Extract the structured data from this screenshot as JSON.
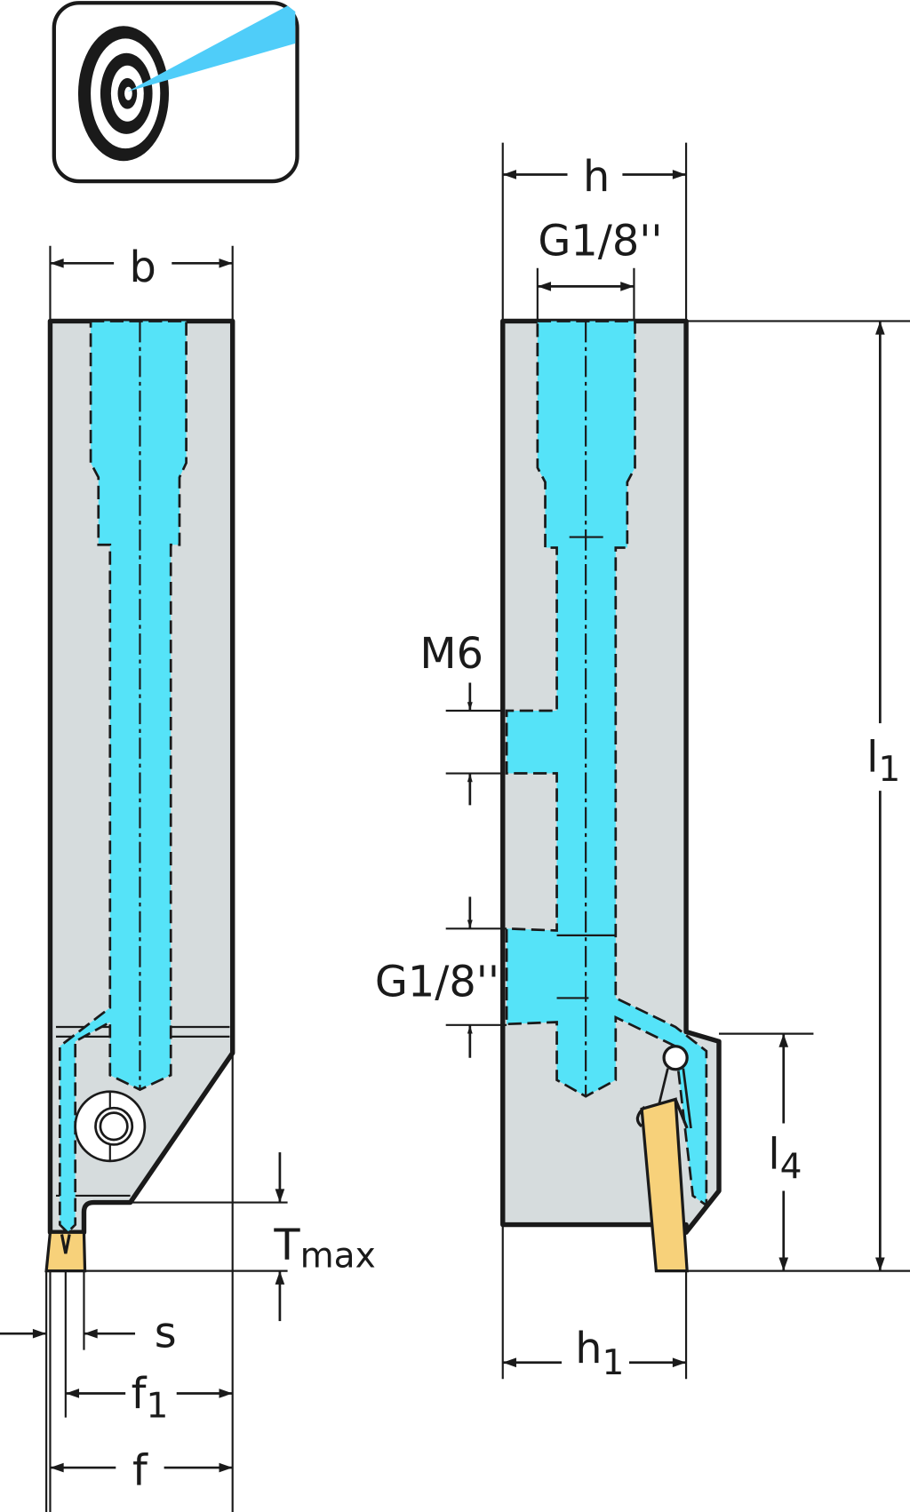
{
  "icon": {
    "name": "target-coolant-icon",
    "beam_color": "#4fcdf9"
  },
  "colors": {
    "body": "#d6dcdd",
    "coolant": "#55e3f8",
    "insert": "#f7d17a",
    "line": "#1a1a1a"
  },
  "side_view": {
    "b": "b",
    "tmax_main": "T",
    "tmax_sub": "max",
    "s": "s",
    "f1_main": "f",
    "f1_sub": "1",
    "f": "f"
  },
  "front_view": {
    "h": "h",
    "g_top": "G1/8''",
    "m6": "M6",
    "g_side": "G1/8''",
    "l1_main": "l",
    "l1_sub": "1",
    "l4_main": "l",
    "l4_sub": "4",
    "h1_main": "h",
    "h1_sub": "1"
  }
}
